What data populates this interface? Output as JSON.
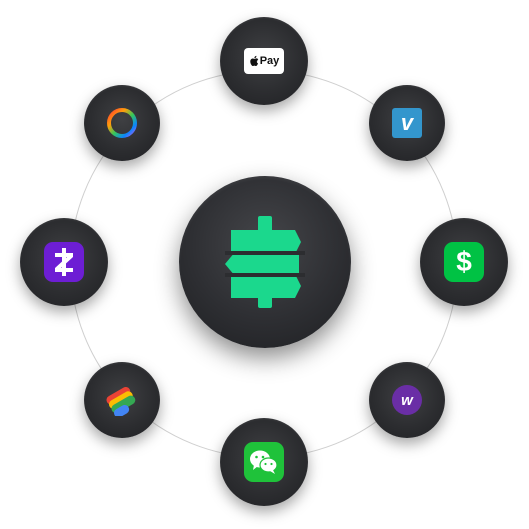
{
  "hub": {
    "icon": "signpost-logo-icon",
    "accent": "#1bd88d"
  },
  "apps": [
    {
      "key": "apple_pay",
      "icon": "apple-pay-icon",
      "label": "Pay",
      "color": "#ffffff"
    },
    {
      "key": "venmo",
      "icon": "venmo-icon",
      "label": "v",
      "color": "#3396cd"
    },
    {
      "key": "cash_app",
      "icon": "cash-app-icon",
      "label": "$",
      "color": "#00c244"
    },
    {
      "key": "wealth",
      "icon": "w-app-icon",
      "label": "w",
      "color": "#6a2ea6"
    },
    {
      "key": "wechat_pay",
      "icon": "wechat-icon",
      "color": "#1fc23a"
    },
    {
      "key": "google_pay",
      "icon": "google-pay-icon"
    },
    {
      "key": "zelle",
      "icon": "zelle-icon",
      "label": "Z",
      "color": "#6d1ed4"
    },
    {
      "key": "ring_app",
      "icon": "color-ring-icon"
    }
  ]
}
